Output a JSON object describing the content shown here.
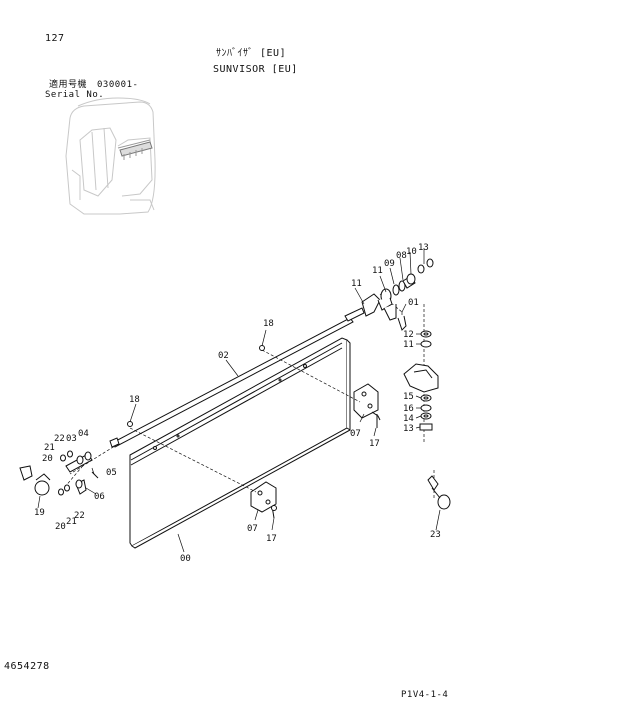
{
  "header": {
    "page_number": "127",
    "title_jp": "ｻﾝﾊﾞｲｻﾞ [EU]",
    "title_en": "SUNVISOR [EU]",
    "serial_label_jp": "適用号機",
    "serial_label_en": "Serial No.",
    "serial_value": "030001-"
  },
  "footer": {
    "drawing_number": "4654278",
    "sheet_code": "P1V4-1-4"
  },
  "callouts": {
    "c00": "00",
    "c01": "01",
    "c02": "02",
    "c03": "03",
    "c04": "04",
    "c05": "05",
    "c06": "06",
    "c07a": "07",
    "c07b": "07",
    "c08": "08",
    "c09": "09",
    "c10": "10",
    "c11a": "11",
    "c11b": "11",
    "c11c": "11",
    "c12": "12",
    "c13a": "13",
    "c13b": "13",
    "c14": "14",
    "c15": "15",
    "c16": "16",
    "c17a": "17",
    "c17b": "17",
    "c18a": "18",
    "c18b": "18",
    "c19": "19",
    "c20a": "20",
    "c20b": "20",
    "c21a": "21",
    "c21b": "21",
    "c22a": "22",
    "c22b": "22",
    "c23": "23"
  }
}
